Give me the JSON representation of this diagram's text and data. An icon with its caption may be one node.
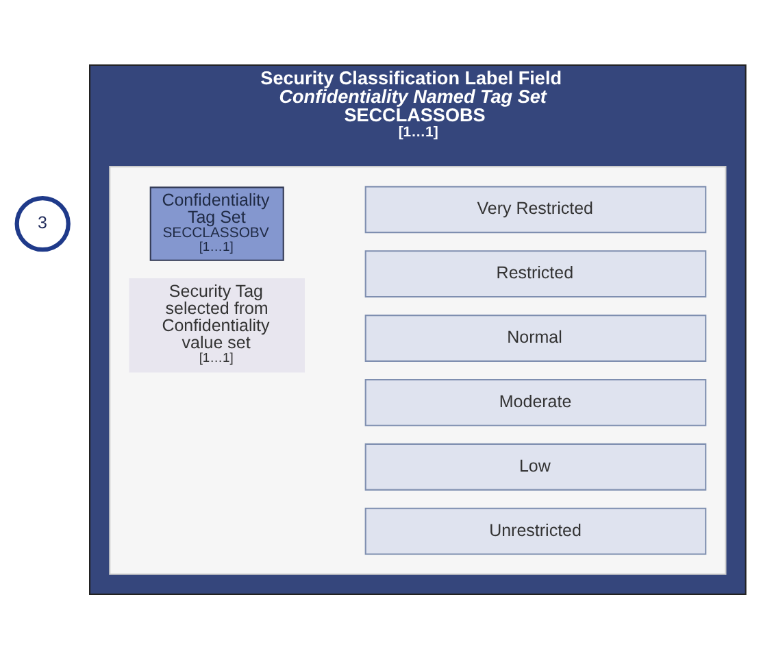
{
  "diagram": {
    "nodes": [
      {
        "text": [
          "3"
        ]
      },
      {
        "text": [
          "Security Classification Label Field",
          "Confidentiality Named Tag Set",
          "SECCLASSOBS",
          "[1…1]"
        ]
      },
      {
        "text": [],
        "shape": "box",
        "in": 1
      },
      {
        "text": [
          "Confidentiality Tag Set",
          "SECCLASSOBV",
          "[1…1]"
        ],
        "in": 2
      },
      {
        "text": [
          "Security Tag selected from Confidentiality value set",
          "[1…1]"
        ],
        "in": 2
      },
      {
        "text": [
          "Very Restricted"
        ],
        "in": 2
      },
      {
        "text": [
          "Restricted"
        ],
        "in": 2
      },
      {
        "text": [
          "Normal"
        ],
        "in": 2
      },
      {
        "text": [
          "Moderate"
        ],
        "in": 2
      },
      {
        "text": [
          "Low"
        ],
        "in": 2
      },
      {
        "text": [
          "Unrestricted"
        ],
        "in": 2
      }
    ],
    "edges": []
  }
}
